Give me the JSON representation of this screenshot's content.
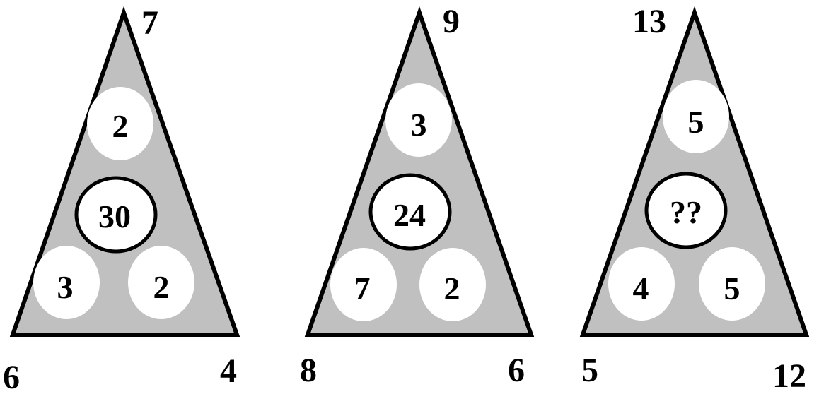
{
  "colors": {
    "triangle_fill": "#c0c0c0",
    "stroke": "#000000",
    "circle_fill": "#ffffff",
    "text": "#000000"
  },
  "puzzles": [
    {
      "corners": {
        "top": "7",
        "bottom_left": "6",
        "bottom_right": "4"
      },
      "circles": {
        "top": "2",
        "bottom_left": "3",
        "bottom_right": "2"
      },
      "center": "30"
    },
    {
      "corners": {
        "top": "9",
        "bottom_left": "8",
        "bottom_right": "6"
      },
      "circles": {
        "top": "3",
        "bottom_left": "7",
        "bottom_right": "2"
      },
      "center": "24"
    },
    {
      "corners": {
        "top": "13",
        "bottom_left": "5",
        "bottom_right": "12"
      },
      "circles": {
        "top": "5",
        "bottom_left": "4",
        "bottom_right": "5"
      },
      "center": "??"
    }
  ]
}
